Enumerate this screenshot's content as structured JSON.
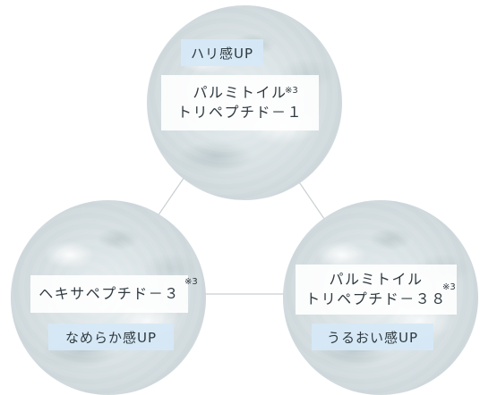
{
  "nodes": [
    {
      "id": "top",
      "effect": "ハリ感UP",
      "name_line1": "パルミトイル",
      "name_line2": "トリペプチド－１",
      "note": "※3"
    },
    {
      "id": "left",
      "effect": "なめらか感UP",
      "name_line1": "ヘキサペプチド－３",
      "note": "※3"
    },
    {
      "id": "right",
      "effect": "うるおい感UP",
      "name_line1": "パルミトイル",
      "name_line2": "トリペプチド－３８",
      "note": "※3"
    }
  ],
  "colors": {
    "effect_band": "#d6e8f6",
    "name_band": "#ffffff",
    "connector": "#c9cfd2",
    "text": "#2f3a40"
  }
}
